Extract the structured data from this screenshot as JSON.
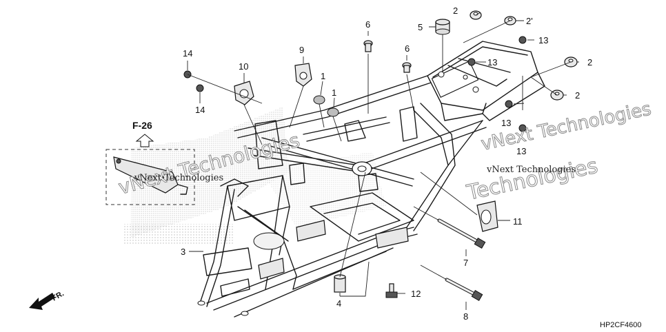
{
  "callouts": [
    {
      "id": "c2a",
      "text": "2"
    },
    {
      "id": "c2b",
      "text": "2'"
    },
    {
      "id": "c2c",
      "text": "2"
    },
    {
      "id": "c2d",
      "text": "2"
    },
    {
      "id": "c5",
      "text": "5"
    },
    {
      "id": "c6a",
      "text": "6"
    },
    {
      "id": "c6b",
      "text": "6"
    },
    {
      "id": "c9",
      "text": "9"
    },
    {
      "id": "c10",
      "text": "10"
    },
    {
      "id": "c14a",
      "text": "14"
    },
    {
      "id": "c14b",
      "text": "14"
    },
    {
      "id": "c1a",
      "text": "1"
    },
    {
      "id": "c1b",
      "text": "1"
    },
    {
      "id": "c13a",
      "text": "13"
    },
    {
      "id": "c13b",
      "text": "13"
    },
    {
      "id": "c13c",
      "text": "13"
    },
    {
      "id": "c13d",
      "text": "13"
    },
    {
      "id": "c3",
      "text": "3"
    },
    {
      "id": "c4",
      "text": "4"
    },
    {
      "id": "c12",
      "text": "12"
    },
    {
      "id": "c11",
      "text": "11"
    },
    {
      "id": "c7",
      "text": "7"
    },
    {
      "id": "c8",
      "text": "8"
    }
  ],
  "reference": {
    "label": "F-26"
  },
  "direction": {
    "label": "FR."
  },
  "watermark": {
    "line1": "vNext Technologies",
    "line2": "Technologies"
  },
  "diagram_code": "HP2CF4600"
}
